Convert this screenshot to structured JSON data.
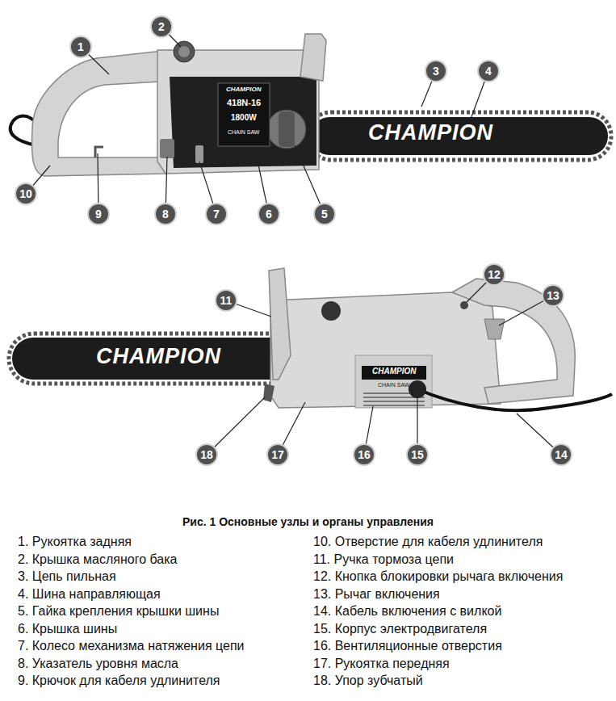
{
  "diagram": {
    "title": "Рис. 1 Основные узлы и органы управления",
    "nodes": [
      {
        "text": [
          "1"
        ]
      },
      {
        "text": [
          "2"
        ]
      },
      {
        "text": [
          "3"
        ]
      },
      {
        "text": [
          "4"
        ]
      },
      {
        "text": [
          "5"
        ]
      },
      {
        "text": [
          "6"
        ]
      },
      {
        "text": [
          "7"
        ]
      },
      {
        "text": [
          "8"
        ]
      },
      {
        "text": [
          "9"
        ]
      },
      {
        "text": [
          "10"
        ]
      },
      {
        "text": [
          "11"
        ]
      },
      {
        "text": [
          "12"
        ]
      },
      {
        "text": [
          "13"
        ]
      },
      {
        "text": [
          "14"
        ]
      },
      {
        "text": [
          "15"
        ]
      },
      {
        "text": [
          "16"
        ]
      },
      {
        "text": [
          "17"
        ]
      },
      {
        "text": [
          "18"
        ]
      }
    ],
    "labels": [
      "CHAMPION",
      "CHAMPION",
      "418N-16",
      "1800W",
      "CHAIN SAW",
      "CHAMPION",
      "CHAMPION",
      "CHAIN SAW",
      "1. Рукоятка задняя",
      "2. Крышка масляного бака",
      "3. Цепь пильная",
      "4. Шина направляющая",
      "5. Гайка крепления крышки шины",
      "6. Крышка шины",
      "7. Колесо механизма натяжения цепи",
      "8. Указатель уровня масла",
      "9. Крючок для кабеля удлинителя",
      "10. Отверстие для кабеля удлинителя",
      "11. Ручка тормоза цепи",
      "12. Кнопка блокировки рычага включения",
      "13. Рычаг включения",
      "14. Кабель включения с вилкой",
      "15. Корпус электродвигателя",
      "16. Вентиляционные отверстия",
      "17. Рукоятка передняя",
      "18. Упор зубчатый"
    ]
  }
}
